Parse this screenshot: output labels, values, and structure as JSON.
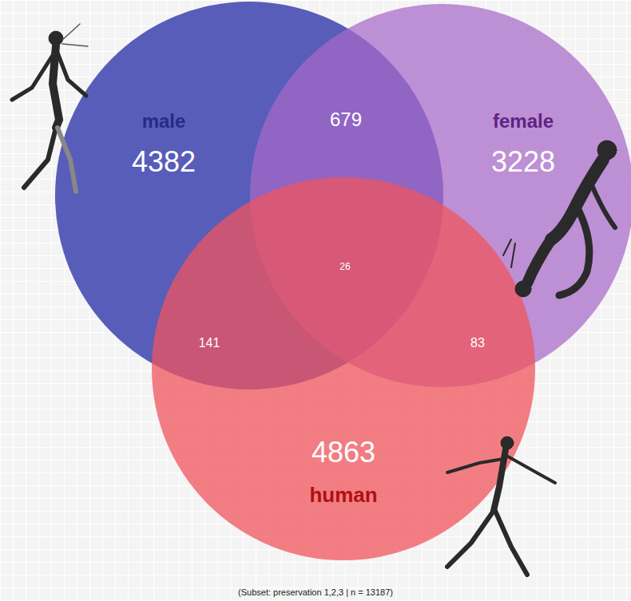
{
  "diagram": {
    "caption": "(Subset: preservation 1,2,3 | n = 13187)",
    "nodes": [
      {
        "text": [
          "male",
          "4382"
        ]
      },
      {
        "text": [
          "female",
          "3228"
        ]
      },
      {
        "text": [
          "human",
          "4863"
        ]
      }
    ],
    "labels": [
      "679",
      "26",
      "141",
      "83"
    ]
  }
}
